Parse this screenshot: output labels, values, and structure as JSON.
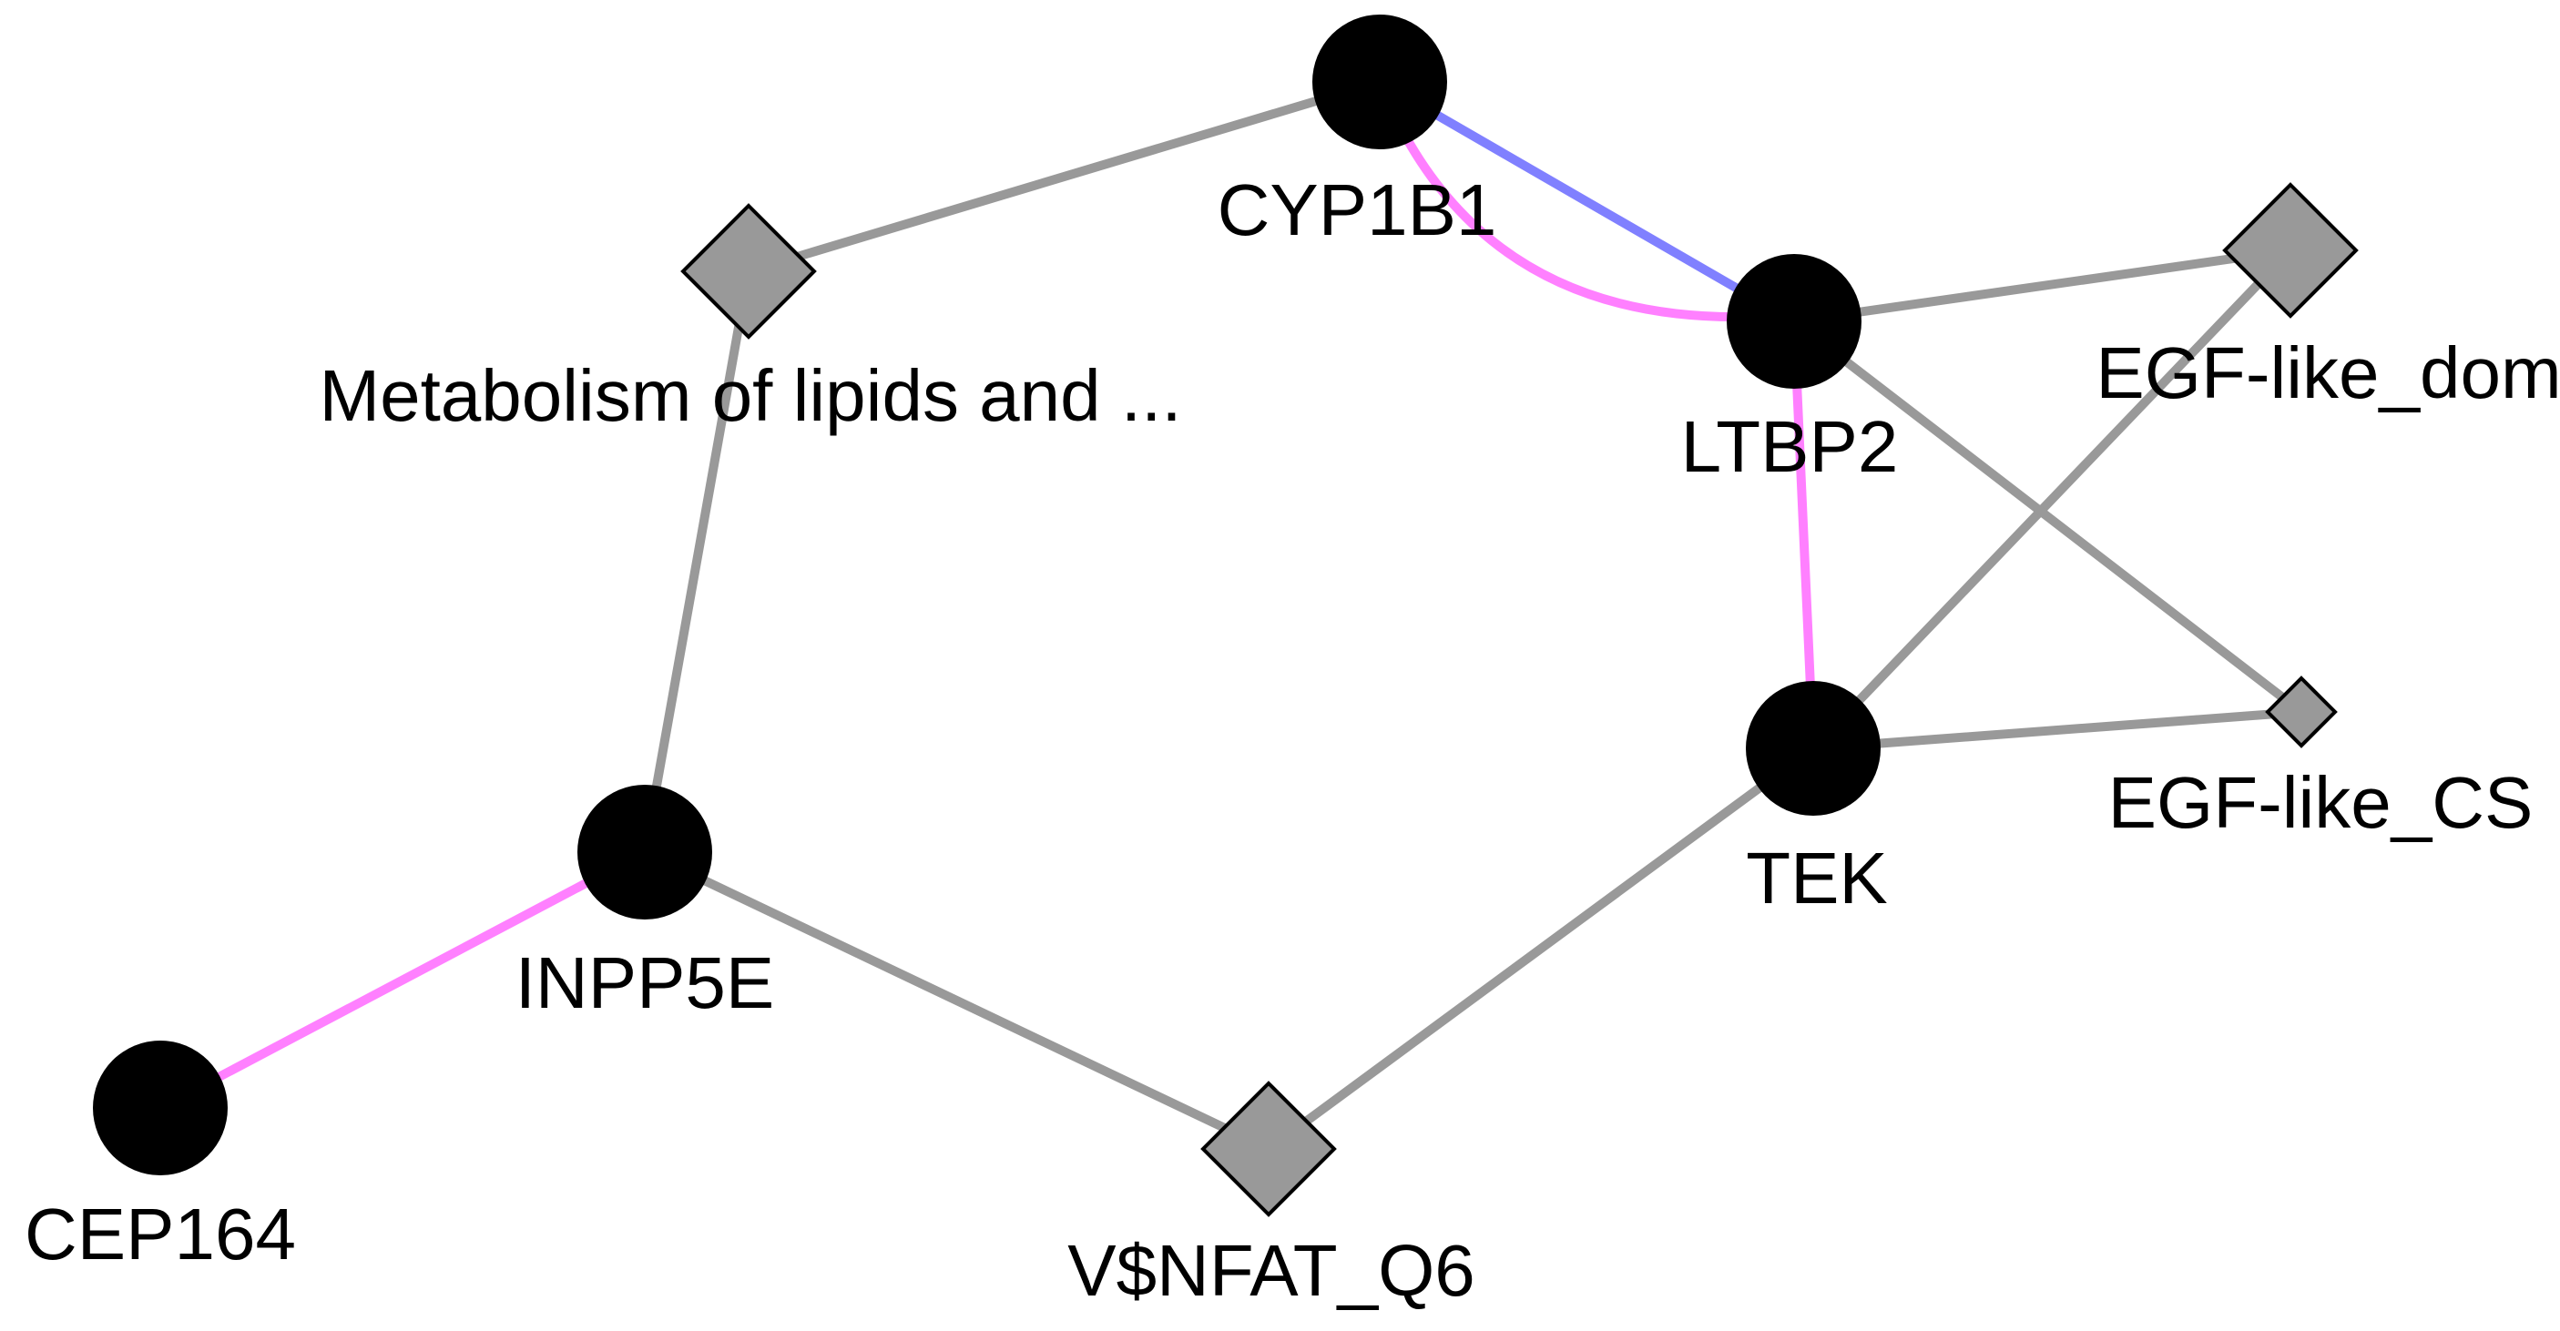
{
  "colors": {
    "background": "#ffffff",
    "gene_node": "#000000",
    "feature_node_fill": "#999999",
    "feature_node_stroke": "#000000",
    "edge_shared_feature": "#999999",
    "edge_physical_interaction": "#ff80ff",
    "edge_coexpression": "#8080ff"
  },
  "nodes": [
    {
      "id": "CYP1B1",
      "label": "CYP1B1",
      "shape": "circle",
      "type": "gene"
    },
    {
      "id": "LTBP2",
      "label": "LTBP2",
      "shape": "circle",
      "type": "gene"
    },
    {
      "id": "TEK",
      "label": "TEK",
      "shape": "circle",
      "type": "gene"
    },
    {
      "id": "INPP5E",
      "label": "INPP5E",
      "shape": "circle",
      "type": "gene"
    },
    {
      "id": "CEP164",
      "label": "CEP164",
      "shape": "circle",
      "type": "gene"
    },
    {
      "id": "METAB",
      "label": "Metabolism of lipids and ...",
      "shape": "diamond",
      "type": "feature"
    },
    {
      "id": "EGFDOM",
      "label": "EGF-like_dom",
      "shape": "diamond",
      "type": "feature"
    },
    {
      "id": "EGFCS",
      "label": "EGF-like_CS",
      "shape": "diamond",
      "type": "feature"
    },
    {
      "id": "VNFAT",
      "label": "V$NFAT_Q6",
      "shape": "diamond",
      "type": "feature"
    }
  ],
  "edges": [
    {
      "source": "CYP1B1",
      "target": "METAB",
      "kind": "shared_feature"
    },
    {
      "source": "METAB",
      "target": "INPP5E",
      "kind": "shared_feature"
    },
    {
      "source": "INPP5E",
      "target": "VNFAT",
      "kind": "shared_feature"
    },
    {
      "source": "VNFAT",
      "target": "TEK",
      "kind": "shared_feature"
    },
    {
      "source": "TEK",
      "target": "EGFDOM",
      "kind": "shared_feature"
    },
    {
      "source": "TEK",
      "target": "EGFCS",
      "kind": "shared_feature"
    },
    {
      "source": "LTBP2",
      "target": "EGFDOM",
      "kind": "shared_feature"
    },
    {
      "source": "LTBP2",
      "target": "EGFCS",
      "kind": "shared_feature"
    },
    {
      "source": "CYP1B1",
      "target": "LTBP2",
      "kind": "coexpression"
    },
    {
      "source": "CYP1B1",
      "target": "LTBP2",
      "kind": "physical_interaction",
      "curved": true
    },
    {
      "source": "LTBP2",
      "target": "TEK",
      "kind": "physical_interaction"
    },
    {
      "source": "INPP5E",
      "target": "CEP164",
      "kind": "physical_interaction"
    }
  ]
}
